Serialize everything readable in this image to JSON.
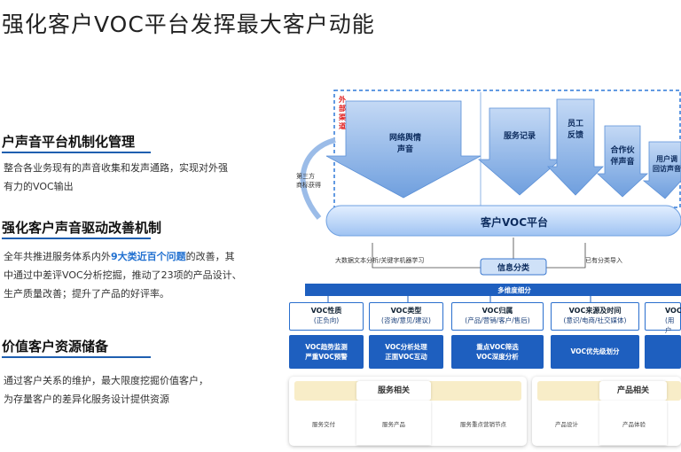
{
  "title": "强化客户VOC平台发挥最大客户动能",
  "sections": [
    {
      "title": "户声音平台机制化管理",
      "lines": [
        "整合各业务现有的声音收集和发声通路，实现对外强",
        "有力的VOC输出"
      ]
    },
    {
      "title": "强化客户声音驱动改善机制",
      "line1_pre": "全年共推进服务体系内外",
      "line1_hl": "9大类近百个问题",
      "line1_post": "的改善，其",
      "lines": [
        "中通过中差评VOC分析挖掘，推动了23项的产品设计、",
        "生产质量改善；提升了产品的好评率。"
      ]
    },
    {
      "title": "价值客户资源储备",
      "lines": [
        "通过客户关系的维护，最大限度挖掘价值客户，",
        "为存量客户的差异化服务设计提供资源"
      ]
    }
  ],
  "diagram": {
    "external_channel": "外部渠道",
    "third_party": "第三方\n商标获得",
    "sources": [
      "网络舆情\n声音",
      "服务记录",
      "员工\n反馈",
      "合作伙\n伴声音",
      "用户调\n回访声音"
    ],
    "platform": "客户VOC平台",
    "left_note": "大数据文本分析/关键字机器学习",
    "info_class": "信息分类",
    "right_note": "已有分类导入",
    "multi_dim": "多维度细分",
    "categories": [
      {
        "name": "VOC性质",
        "sub": "(正负向)"
      },
      {
        "name": "VOC类型",
        "sub": "(咨询/意见/建议)"
      },
      {
        "name": "VOC归属",
        "sub": "(产品/营销/客户/售后)"
      },
      {
        "name": "VOC来源及时间",
        "sub": "(意识/电商/社交媒体)"
      },
      {
        "name": "VOC",
        "sub": "(用户"
      }
    ],
    "actions": [
      {
        "l1": "VOC趋势监测",
        "l2": "严重VOC预警"
      },
      {
        "l1": "VOC分析处理",
        "l2": "正面VOC互动"
      },
      {
        "l1": "重点VOC筛选",
        "l2": "VOC深度分析"
      },
      {
        "l1": "VOC优先级划分",
        "l2": ""
      },
      {
        "l1": "",
        "l2": ""
      }
    ],
    "service_tag": "服务相关",
    "product_tag": "产品相关",
    "service_items": [
      "服务交付",
      "服务产品",
      "服务重点营销节点"
    ],
    "product_items": [
      "产品设计",
      "产品体验"
    ]
  },
  "colors": {
    "accent": "#1f5fb0",
    "arrow": "#7fa9e2",
    "pill": "#b7d3f6",
    "action": "#1e5fbf",
    "tag": "#f6e7b5",
    "red": "#e02020"
  }
}
